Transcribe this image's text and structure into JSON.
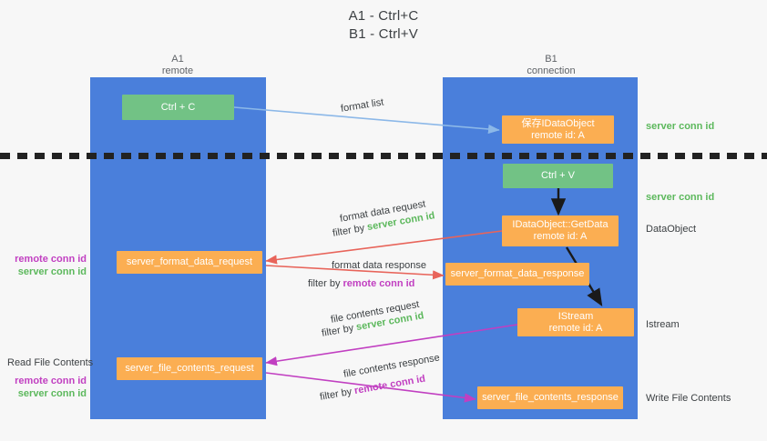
{
  "title": {
    "line1": "A1 - Ctrl+C",
    "line2": "B1 - Ctrl+V"
  },
  "columns": [
    {
      "name": "A1",
      "role": "remote"
    },
    {
      "name": "B1",
      "role": "connection"
    }
  ],
  "colors": {
    "lane": "#4a7fdb",
    "green_box": "#72c285",
    "orange_box": "#fbae52",
    "server_conn_id": "#5cb85c",
    "remote_conn_id": "#c13fc1",
    "arrow_blue": "#8cb8e8",
    "arrow_red": "#e8645a",
    "arrow_magenta": "#c13fc1",
    "arrow_dark": "#1a1a1a",
    "divider": "#222222",
    "background": "#f7f7f7"
  },
  "nodes": {
    "ctrl_c": "Ctrl + C",
    "ctrl_v": "Ctrl + V",
    "save_idataobject": "保存IDataObject\nremote id: A",
    "getdata": "IDataObject::GetData\nremote id: A",
    "istream": "IStream\nremote id: A",
    "server_format_data_request": "server_format_data_request",
    "server_format_data_response": "server_format_data_response",
    "server_file_contents_request": "server_file_contents_request",
    "server_file_contents_response": "server_file_contents_response"
  },
  "edges": {
    "format_list": "format list",
    "format_data_request": "format data request",
    "format_data_response": "format data response",
    "file_contents_request": "file contents request",
    "file_contents_response": "file contents response",
    "filter_by": "filter by",
    "server_conn_id": "server conn id",
    "remote_conn_id": "remote conn id"
  },
  "right_labels": {
    "server_conn_id_top": "server conn id",
    "server_conn_id_mid": "server conn id",
    "data_object": "DataObject",
    "istream": "Istream",
    "write_file_contents": "Write File Contents"
  },
  "left_labels": {
    "remote_conn_id": "remote conn id",
    "server_conn_id": "server conn id",
    "read_file_contents": "Read File Contents"
  }
}
